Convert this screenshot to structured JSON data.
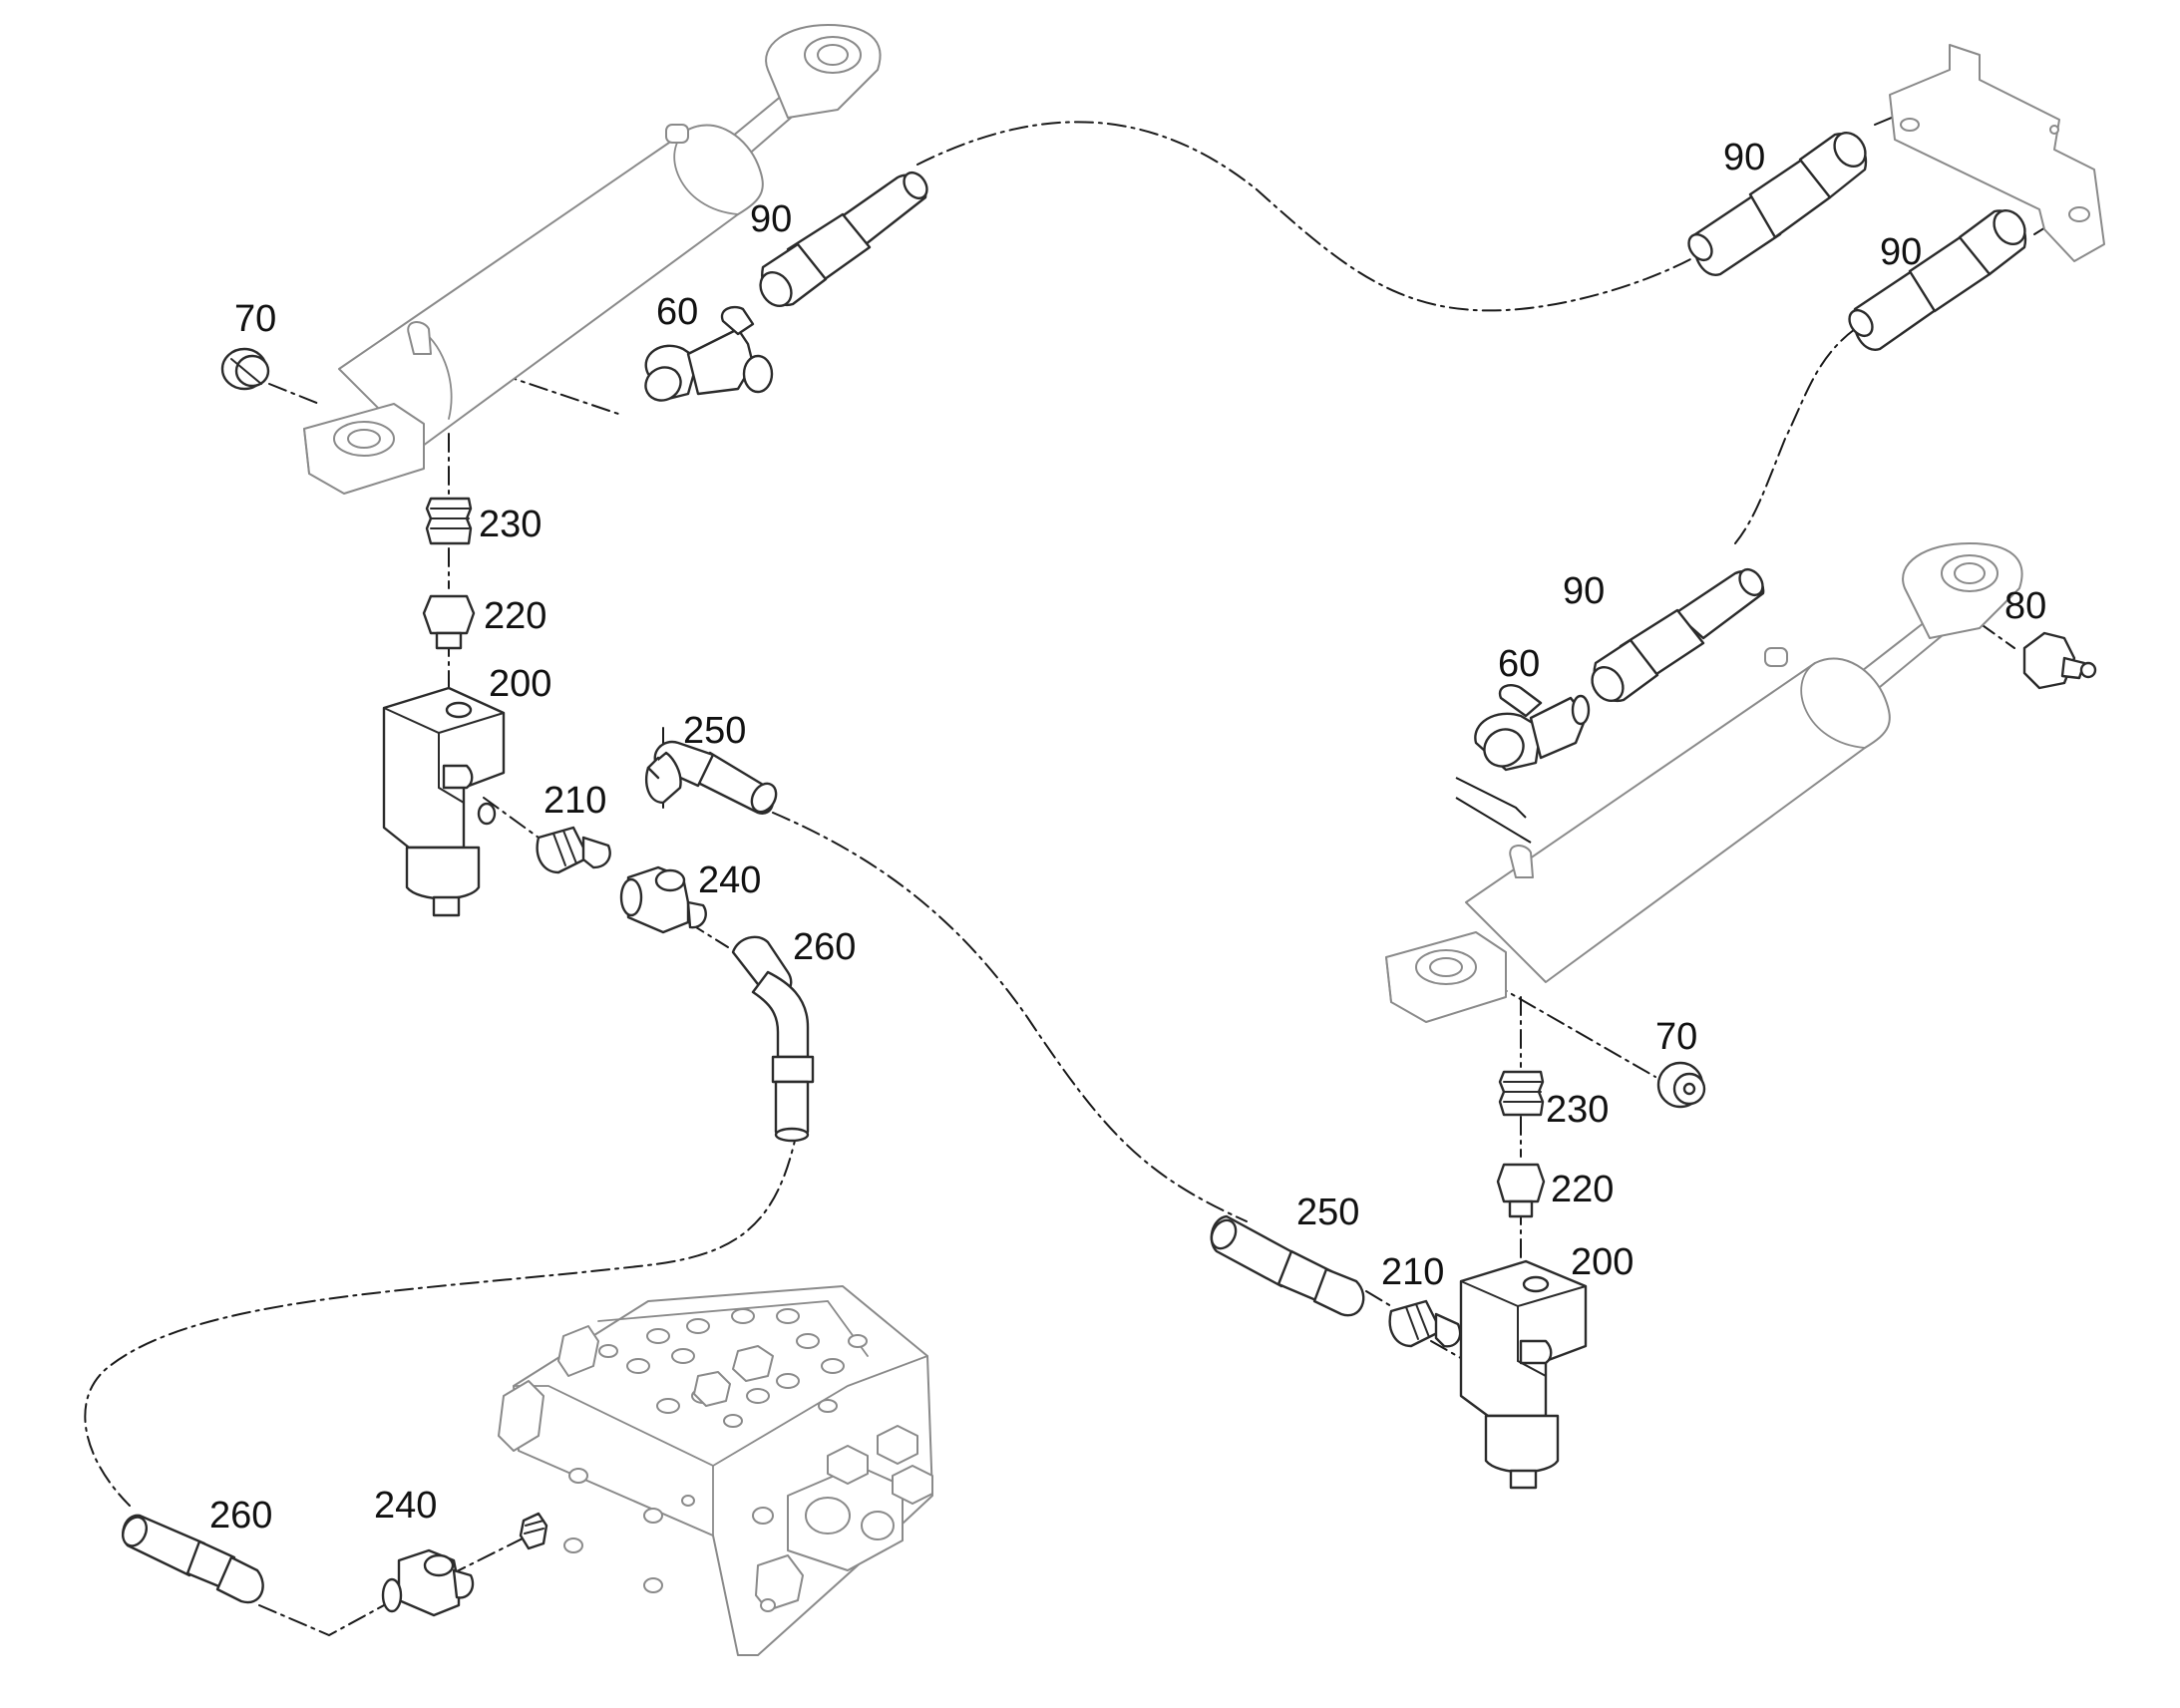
{
  "callouts": [
    {
      "id": "c70a",
      "text": "70"
    },
    {
      "id": "c90a",
      "text": "90"
    },
    {
      "id": "c60a",
      "text": "60"
    },
    {
      "id": "c90b",
      "text": "90"
    },
    {
      "id": "c90c",
      "text": "90"
    },
    {
      "id": "c230a",
      "text": "230"
    },
    {
      "id": "c220a",
      "text": "220"
    },
    {
      "id": "c200a",
      "text": "200"
    },
    {
      "id": "c250a",
      "text": "250"
    },
    {
      "id": "c210a",
      "text": "210"
    },
    {
      "id": "c240a",
      "text": "240"
    },
    {
      "id": "c260a",
      "text": "260"
    },
    {
      "id": "c90d",
      "text": "90"
    },
    {
      "id": "c60b",
      "text": "60"
    },
    {
      "id": "c80",
      "text": "80"
    },
    {
      "id": "c70b",
      "text": "70"
    },
    {
      "id": "c230b",
      "text": "230"
    },
    {
      "id": "c220b",
      "text": "220"
    },
    {
      "id": "c250b",
      "text": "250"
    },
    {
      "id": "c210b",
      "text": "210"
    },
    {
      "id": "c200b",
      "text": "200"
    },
    {
      "id": "c260b",
      "text": "260"
    },
    {
      "id": "c240b",
      "text": "240"
    }
  ]
}
